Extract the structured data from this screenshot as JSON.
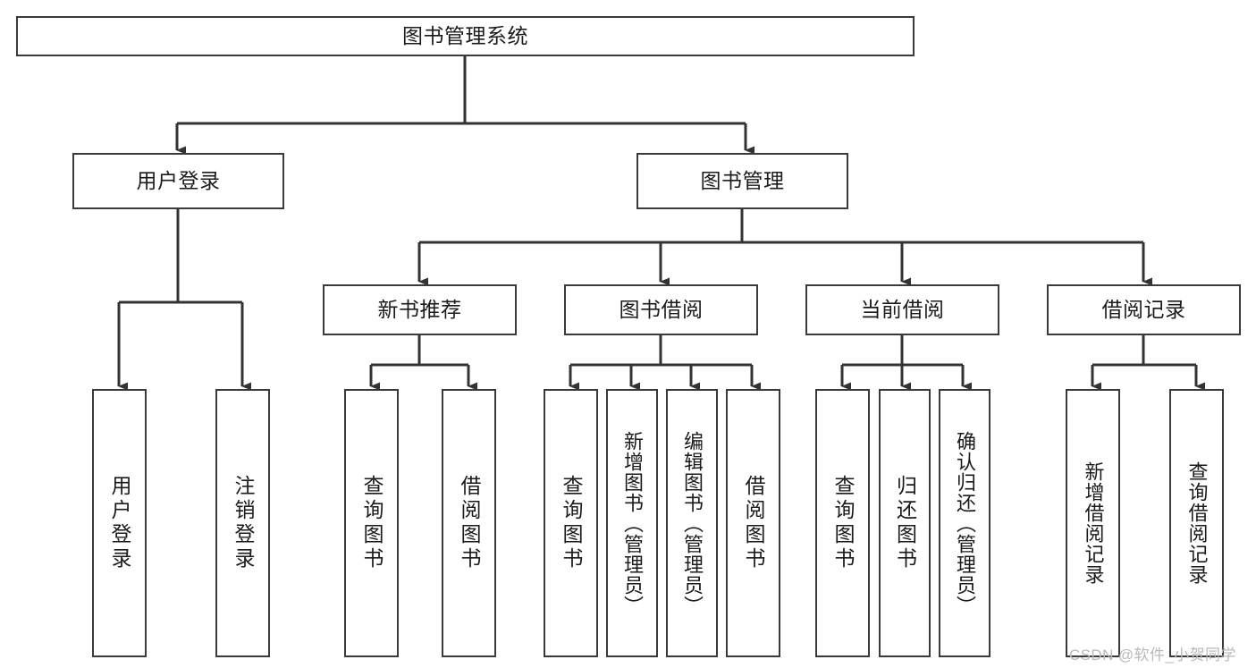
{
  "diagram": {
    "title": "图书管理系统",
    "type": "tree-hierarchy-chart",
    "colors": {
      "box_border": "#3a3a3a",
      "box_fill": "#ffffff",
      "connector": "#333333",
      "text": "#1b1b1b",
      "watermark": "#b9b9b9",
      "background": "#ffffff"
    },
    "levels": 4
  },
  "nodes": {
    "root": {
      "label": "图书管理系统"
    },
    "level2": [
      {
        "label": "用户登录"
      },
      {
        "label": "图书管理"
      }
    ],
    "level3": [
      {
        "label": "新书推荐"
      },
      {
        "label": "图书借阅"
      },
      {
        "label": "当前借阅"
      },
      {
        "label": "借阅记录"
      }
    ],
    "leaves_user_login": [
      {
        "label": "用户登录"
      },
      {
        "label": "注销登录"
      }
    ],
    "leaves_new_books": [
      {
        "label": "查询图书"
      },
      {
        "label": "借阅图书"
      }
    ],
    "leaves_borrow": [
      {
        "label": "查询图书"
      },
      {
        "label": "新增图书（管理员）"
      },
      {
        "label": "编辑图书（管理员）"
      },
      {
        "label": "借阅图书"
      }
    ],
    "leaves_current": [
      {
        "label": "查询图书"
      },
      {
        "label": "归还图书"
      },
      {
        "label": "确认归还（管理员）"
      }
    ],
    "leaves_records": [
      {
        "label": "新增借阅记录"
      },
      {
        "label": "查询借阅记录"
      }
    ]
  },
  "watermark": {
    "text": "CSDN @软件_小贺同学"
  }
}
